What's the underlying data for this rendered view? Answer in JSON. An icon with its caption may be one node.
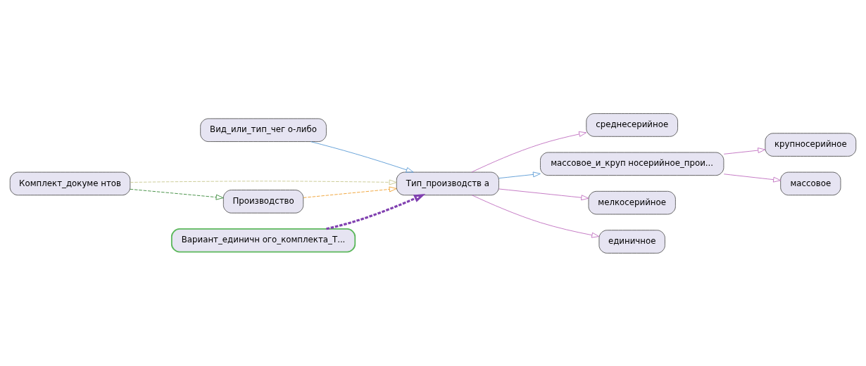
{
  "diagram": {
    "nodes": [
      {
        "text": [
          "Вид_или_тип_чег о-либо"
        ]
      },
      {
        "text": [
          "среднесерийное"
        ]
      },
      {
        "text": [
          "Комплект_докуме нтов"
        ]
      },
      {
        "text": [
          "крупносерийное"
        ]
      },
      {
        "text": [
          "массовое_и_круп носерийное_прои..."
        ]
      },
      {
        "text": [
          "Тип_производств а"
        ]
      },
      {
        "text": [
          "массовое"
        ]
      },
      {
        "text": [
          "Производство"
        ]
      },
      {
        "text": [
          "мелкосерийное"
        ]
      },
      {
        "text": [
          "единичное"
        ]
      },
      {
        "text": [
          "Вариант_единичн ого_комплекта_Т..."
        ]
      }
    ],
    "edges": [
      {
        "from": 0,
        "to": 5,
        "arrow": "to",
        "color": "#5b9bd5"
      },
      {
        "from": 2,
        "to": 5,
        "arrow": "to",
        "style": "dashed",
        "color": "#c8c890"
      },
      {
        "from": 2,
        "to": 7,
        "arrow": "to",
        "style": "dashed",
        "color": "#3a8a3a"
      },
      {
        "from": 7,
        "to": 5,
        "arrow": "to",
        "style": "dashed",
        "color": "#f0a030"
      },
      {
        "from": 10,
        "to": 5,
        "arrow": "to",
        "style": "dashed",
        "color": "#8040b0"
      },
      {
        "from": 5,
        "to": 1,
        "arrow": "to"
      },
      {
        "from": 5,
        "to": 4,
        "arrow": "to",
        "color": "#5b9bd5"
      },
      {
        "from": 4,
        "to": 3,
        "arrow": "to"
      },
      {
        "from": 4,
        "to": 6,
        "arrow": "to"
      },
      {
        "from": 5,
        "to": 8,
        "arrow": "to"
      },
      {
        "from": 5,
        "to": 9,
        "arrow": "to"
      }
    ]
  }
}
